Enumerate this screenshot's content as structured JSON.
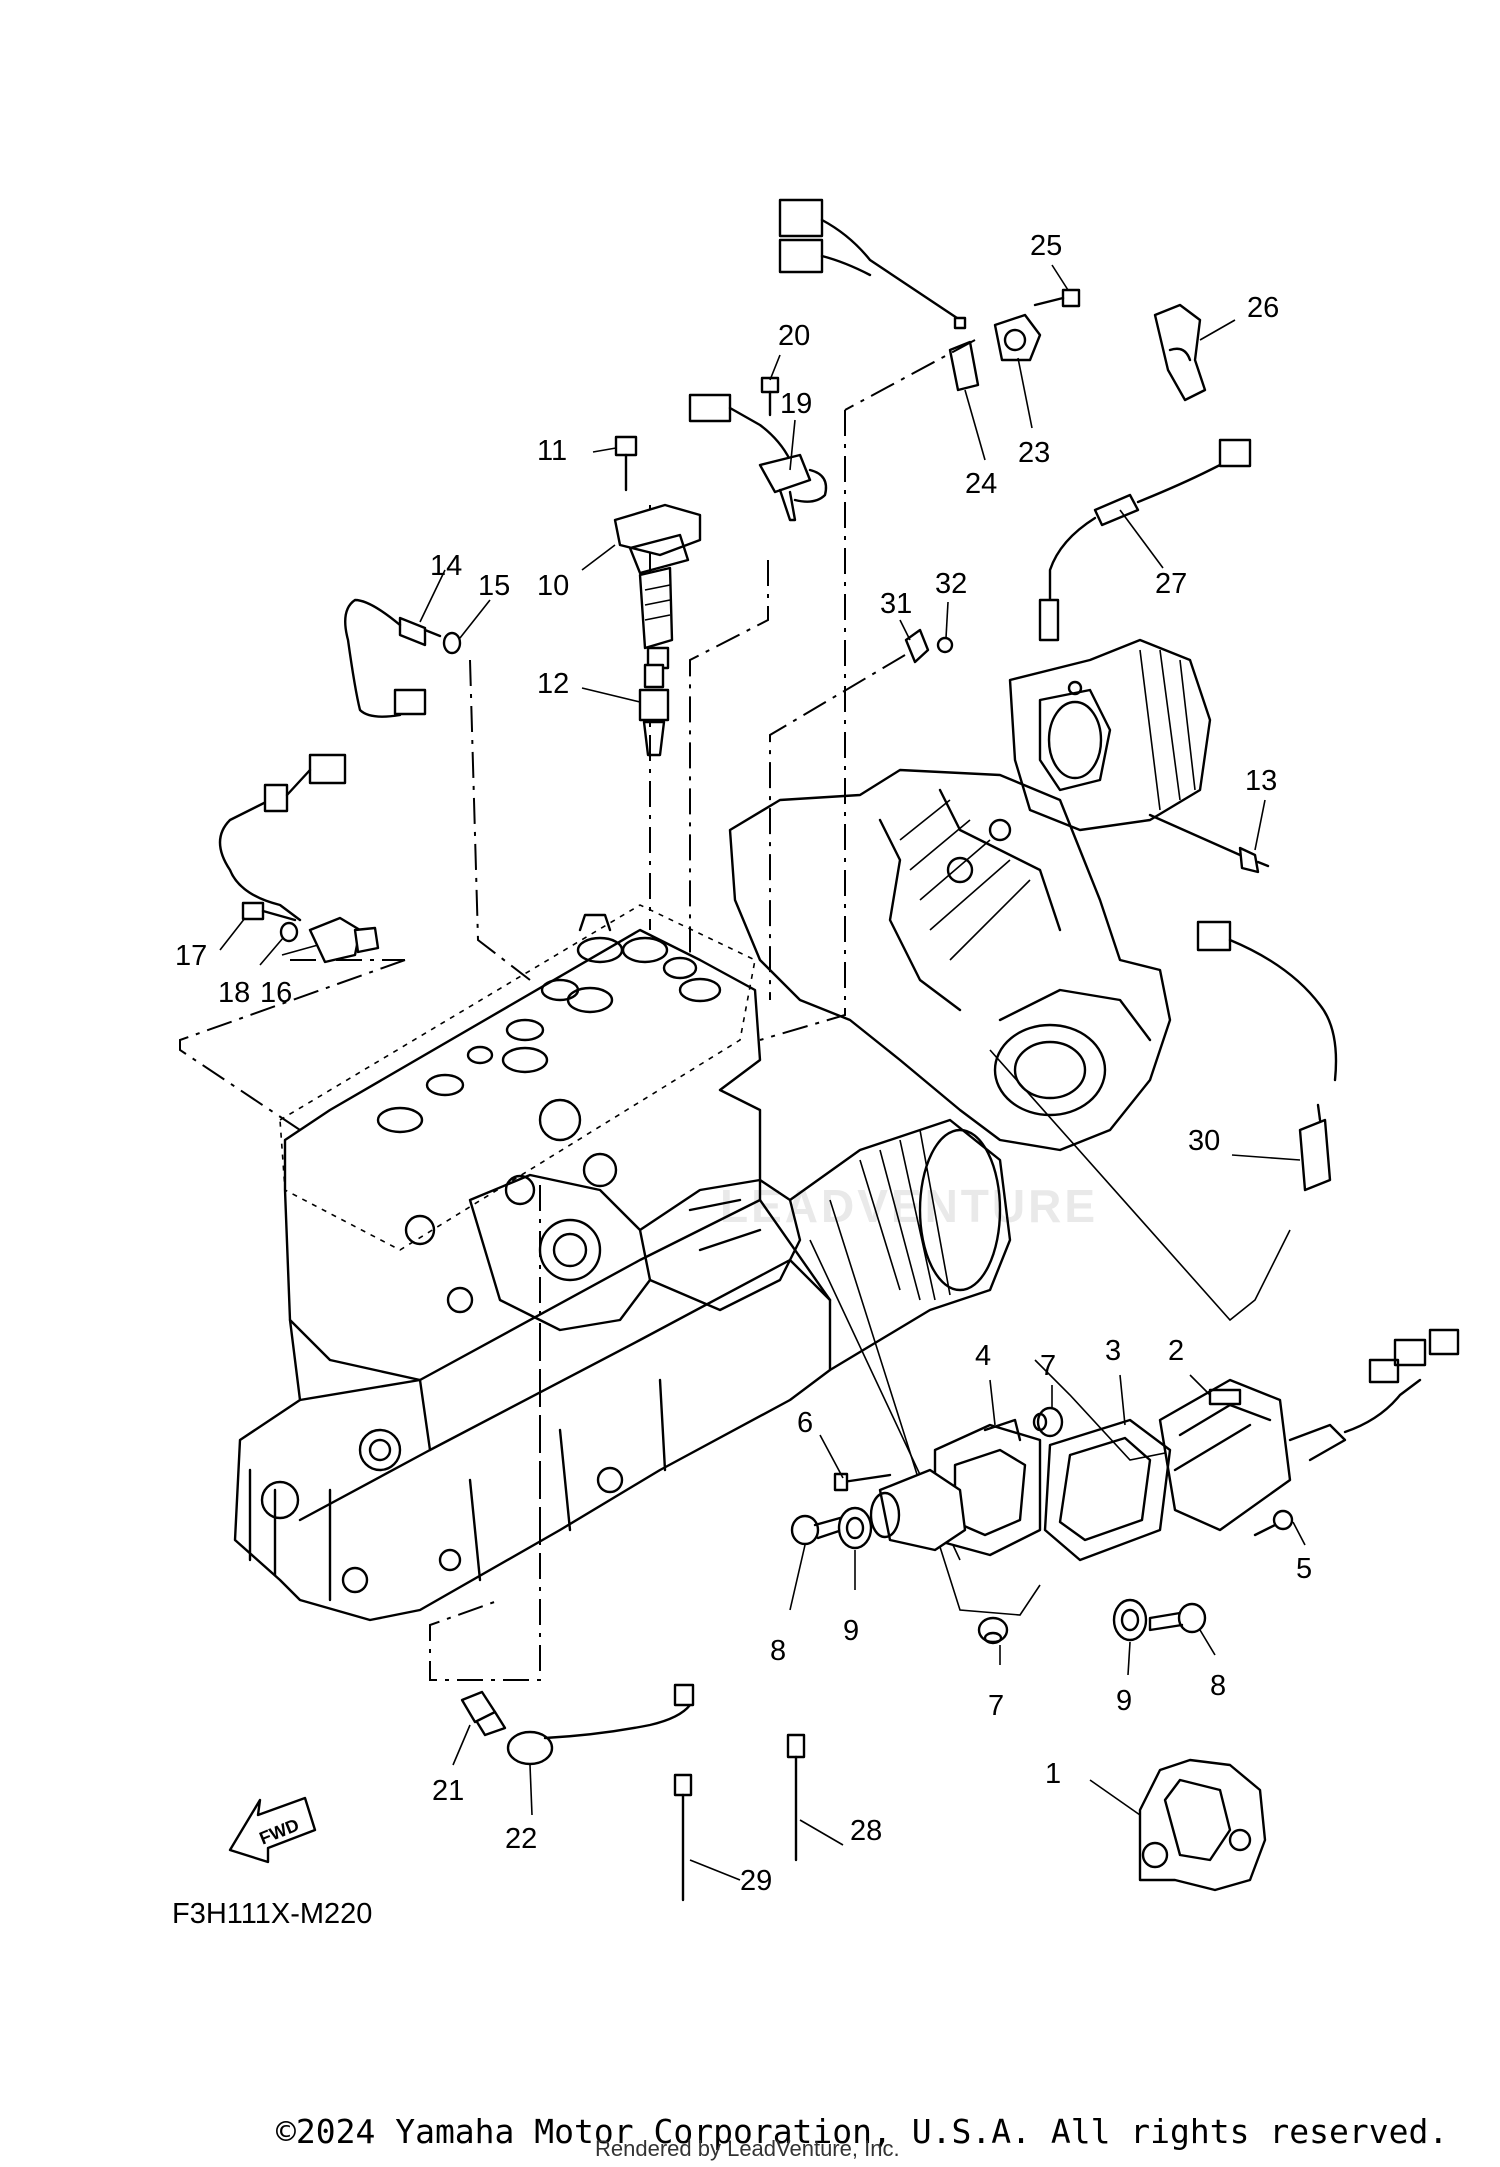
{
  "diagram": {
    "code": "F3H111X-M220",
    "fwd_label": "FWD",
    "watermark": "LEADVENTURE",
    "copyright": "©2024 Yamaha Motor Corporation, U.S.A. All rights reserved.",
    "rendered_by": "Rendered by LeadVenture, Inc."
  },
  "callouts": {
    "c1": "1",
    "c2": "2",
    "c3": "3",
    "c4": "4",
    "c5": "5",
    "c6": "6",
    "c7a": "7",
    "c7b": "7",
    "c8a": "8",
    "c8b": "8",
    "c9a": "9",
    "c9b": "9",
    "c10": "10",
    "c11": "11",
    "c12": "12",
    "c13": "13",
    "c14": "14",
    "c15": "15",
    "c16": "16",
    "c17": "17",
    "c18": "18",
    "c19": "19",
    "c20": "20",
    "c21": "21",
    "c22": "22",
    "c23": "23",
    "c24": "24",
    "c25": "25",
    "c26": "26",
    "c27": "27",
    "c28": "28",
    "c29": "29",
    "c30": "30",
    "c31": "31",
    "c32": "32"
  }
}
